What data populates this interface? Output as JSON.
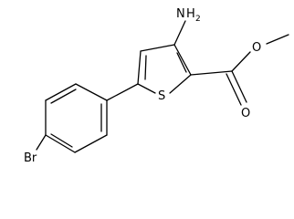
{
  "molecule": {
    "atoms": {
      "bromine": "Br",
      "sulfur": "S",
      "amine_n": "N",
      "amine_h": "H",
      "amine_h_count": "2",
      "carbonyl_o": "O",
      "ester_o": "O"
    }
  },
  "colors": {
    "ink": "#000000",
    "background": "#ffffff"
  }
}
